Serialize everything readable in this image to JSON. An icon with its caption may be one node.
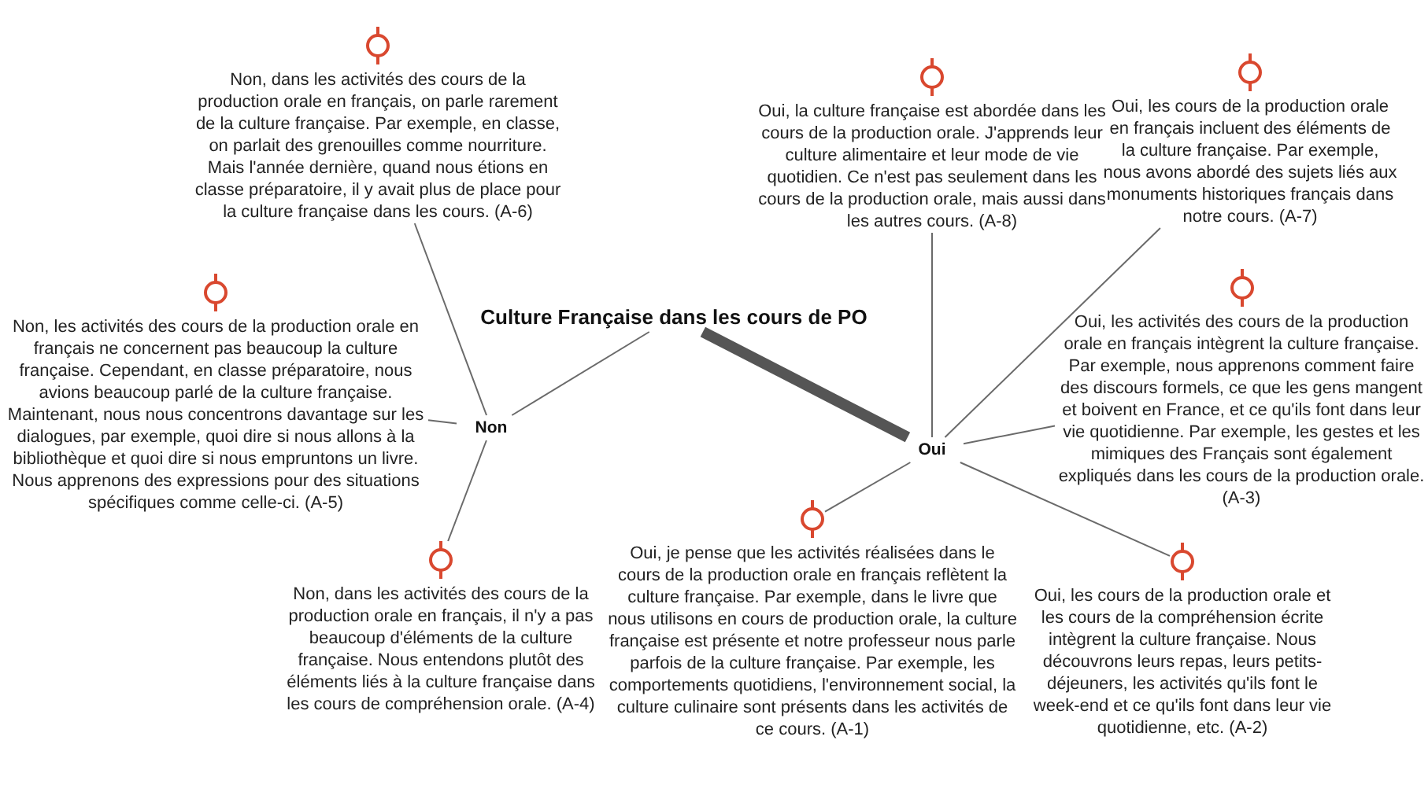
{
  "diagram": {
    "nodes": [
      {
        "text": [
          "Culture Française dans les cours de PO"
        ]
      },
      {
        "text": [
          "Non"
        ]
      },
      {
        "text": [
          "Oui"
        ]
      },
      {
        "text": [
          "Non, dans les activités des cours de la production orale en français, on parle rarement de la culture française. Par exemple, en classe, on parlait des grenouilles comme nourriture. Mais l'année dernière, quand nous étions en classe préparatoire, il y avait plus de place pour la culture française dans les cours. (A-6)"
        ]
      },
      {
        "text": [
          "Non, les activités des cours de la production orale en français ne concernent pas beaucoup la culture française. Cependant, en classe préparatoire, nous avions beaucoup parlé de la culture française. Maintenant, nous nous concentrons davantage sur les dialogues, par exemple, quoi dire si nous allons à la bibliothèque et quoi dire si nous empruntons un livre. Nous apprenons des expressions pour des situations spécifiques comme celle-ci. (A-5)"
        ]
      },
      {
        "text": [
          "Non, dans les activités des cours de la production orale en français, il n'y a pas beaucoup d'éléments de la culture française. Nous entendons plutôt des éléments liés à la culture française dans les cours de compréhension orale. (A-4)"
        ]
      },
      {
        "text": [
          "Oui, la culture française est abordée dans les cours de la production orale. J'apprends leur culture alimentaire et leur mode de vie quotidien. Ce n'est pas seulement dans les cours de la production orale, mais aussi dans les autres cours. (A-8)"
        ]
      },
      {
        "text": [
          "Oui, les cours de la production orale en français incluent des éléments de la culture française. Par exemple, nous avons abordé des sujets liés aux monuments historiques français dans notre cours. (A-7)"
        ]
      },
      {
        "text": [
          "Oui, les activités des cours de la production orale en français intègrent la culture française. Par exemple, nous apprenons comment faire des discours formels, ce que les gens mangent et boivent en France, et ce qu'ils font dans leur vie quotidienne. Par exemple, les gestes et les mimiques des Français sont également expliqués dans les cours de la production orale. (A-3)"
        ]
      },
      {
        "text": [
          "Oui, je pense que les activités réalisées dans le cours de la production orale en français reflètent la culture française. Par exemple, dans le livre que nous utilisons en cours de production orale, la culture française est présente et notre professeur nous parle parfois de la culture française. Par exemple, les comportements quotidiens, l'environnement social, la culture culinaire sont présents dans les activités de ce cours. (A-1)"
        ]
      },
      {
        "text": [
          "Oui, les cours de la production orale et les cours de la compréhension écrite intègrent la culture française. Nous découvrons leurs repas, leurs petits-déjeuners, les activités qu'ils font le week-end et ce qu'ils font dans leur vie quotidienne, etc. (A-2)"
        ]
      }
    ],
    "edges": [
      {
        "from": 0,
        "to": 1,
        "arrow": "none"
      },
      {
        "from": 0,
        "to": 2,
        "arrow": "none",
        "style": "thick"
      },
      {
        "from": 1,
        "to": 3,
        "arrow": "none"
      },
      {
        "from": 1,
        "to": 4,
        "arrow": "none"
      },
      {
        "from": 1,
        "to": 5,
        "arrow": "none"
      },
      {
        "from": 2,
        "to": 6,
        "arrow": "none"
      },
      {
        "from": 2,
        "to": 7,
        "arrow": "none"
      },
      {
        "from": 2,
        "to": 8,
        "arrow": "none"
      },
      {
        "from": 2,
        "to": 9,
        "arrow": "none"
      },
      {
        "from": 2,
        "to": 10,
        "arrow": "none"
      }
    ]
  }
}
